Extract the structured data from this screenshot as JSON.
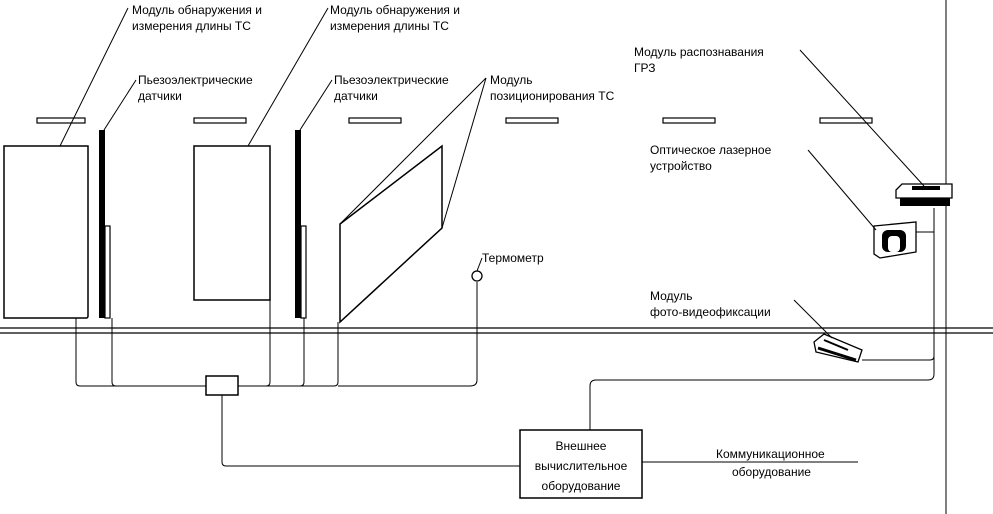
{
  "labels": {
    "module_detect_1_line1": "Модуль обнаружения и",
    "module_detect_1_line2": "измерения длины ТС",
    "module_detect_2_line1": "Модуль обнаружения и",
    "module_detect_2_line2": "измерения длины ТС",
    "piezo_1_line1": "Пьезоэлектрические",
    "piezo_1_line2": "датчики",
    "piezo_2_line1": "Пьезоэлектрические",
    "piezo_2_line2": "датчики",
    "positioning_line1": "Модуль",
    "positioning_line2": "позиционирования ТС",
    "grz_line1": "Модуль  распознавания",
    "grz_line2": "ГРЗ",
    "laser_line1": "Оптическое лазерное",
    "laser_line2": "устройство",
    "thermometer": "Термометр",
    "photo_line1": "Модуль",
    "photo_line2": "фото-видеофиксации",
    "compute_line1": "Внешнее",
    "compute_line2": "вычислительное",
    "compute_line3": "оборудование",
    "comm_line1": "Коммуникационное",
    "comm_line2": "оборудование"
  }
}
